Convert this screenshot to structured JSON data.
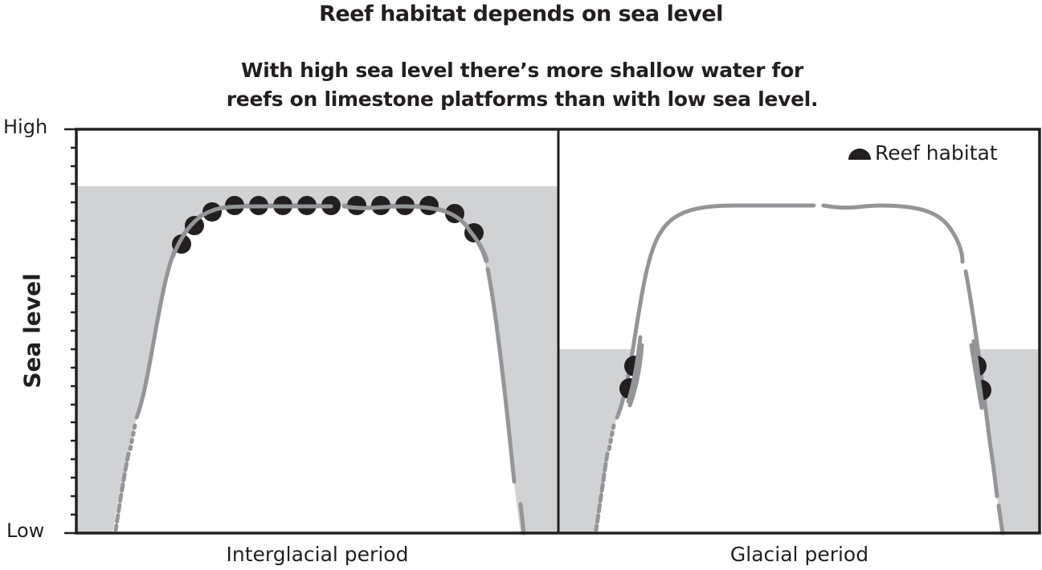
{
  "title": "Reef habitat depends on sea level",
  "subtitle_lines": [
    "With high sea level there’s more shallow water for",
    "reefs on limestone platforms than with low sea level."
  ],
  "y_axis": {
    "label": "Sea level",
    "high": "High",
    "low": "Low"
  },
  "legend": {
    "icon": "reef-semicircle-icon",
    "label": "Reef habitat"
  },
  "panels": [
    {
      "label": "Interglacial period",
      "sea_level": "high",
      "reef_location": "platform top"
    },
    {
      "label": "Glacial period",
      "sea_level": "low",
      "reef_location": "platform flanks"
    }
  ],
  "colors": {
    "water": "#d1d2d4",
    "platform": "#939598",
    "reef": "#231f20",
    "frame": "#231f20"
  }
}
